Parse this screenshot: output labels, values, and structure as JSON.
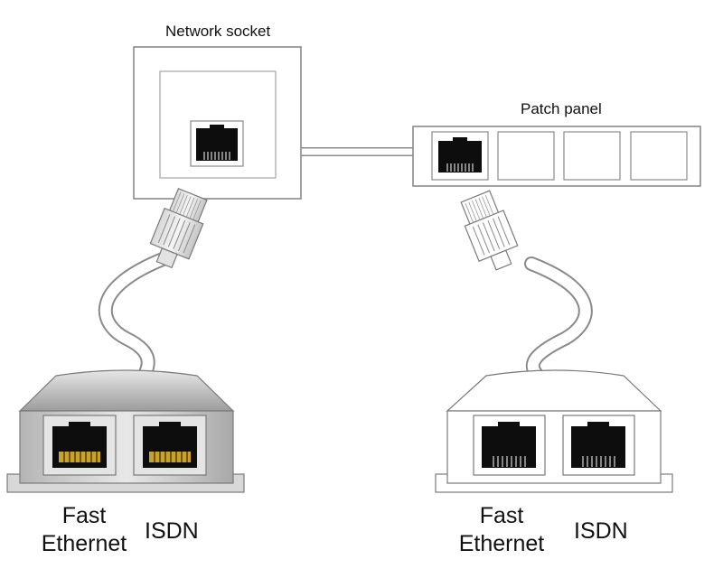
{
  "labels": {
    "network_socket": "Network socket",
    "patch_panel": "Patch panel",
    "left_port1_line1": "Fast",
    "left_port1_line2": "Ethernet",
    "left_port2": "ISDN",
    "right_port1_line1": "Fast",
    "right_port1_line2": "Ethernet",
    "right_port2": "ISDN"
  },
  "colors": {
    "outline": "#8a8a8a",
    "jack": "#0d0d0d",
    "gold_pins": "#c9a227",
    "left_splitter_body": "#c8c8c8",
    "right_splitter_body": "#ffffff"
  },
  "patch_panel": {
    "ports": 4,
    "occupied": 1
  }
}
